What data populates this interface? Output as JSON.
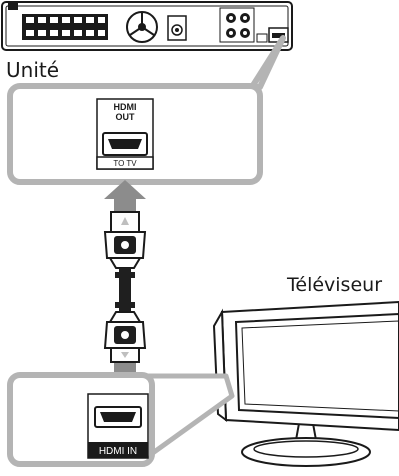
{
  "labels": {
    "unit": "Unité",
    "tv": "Téléviseur"
  },
  "ports": {
    "unit_port_title_line1": "HDMI",
    "unit_port_title_line2": "OUT",
    "unit_port_subtitle": "TO TV",
    "tv_port_label": "HDMI IN"
  },
  "colors": {
    "outline": "#1a1a1a",
    "callout_border": "#b4b4b4",
    "arrow": "#8c8c8c",
    "cable": "#1f1f1f"
  }
}
